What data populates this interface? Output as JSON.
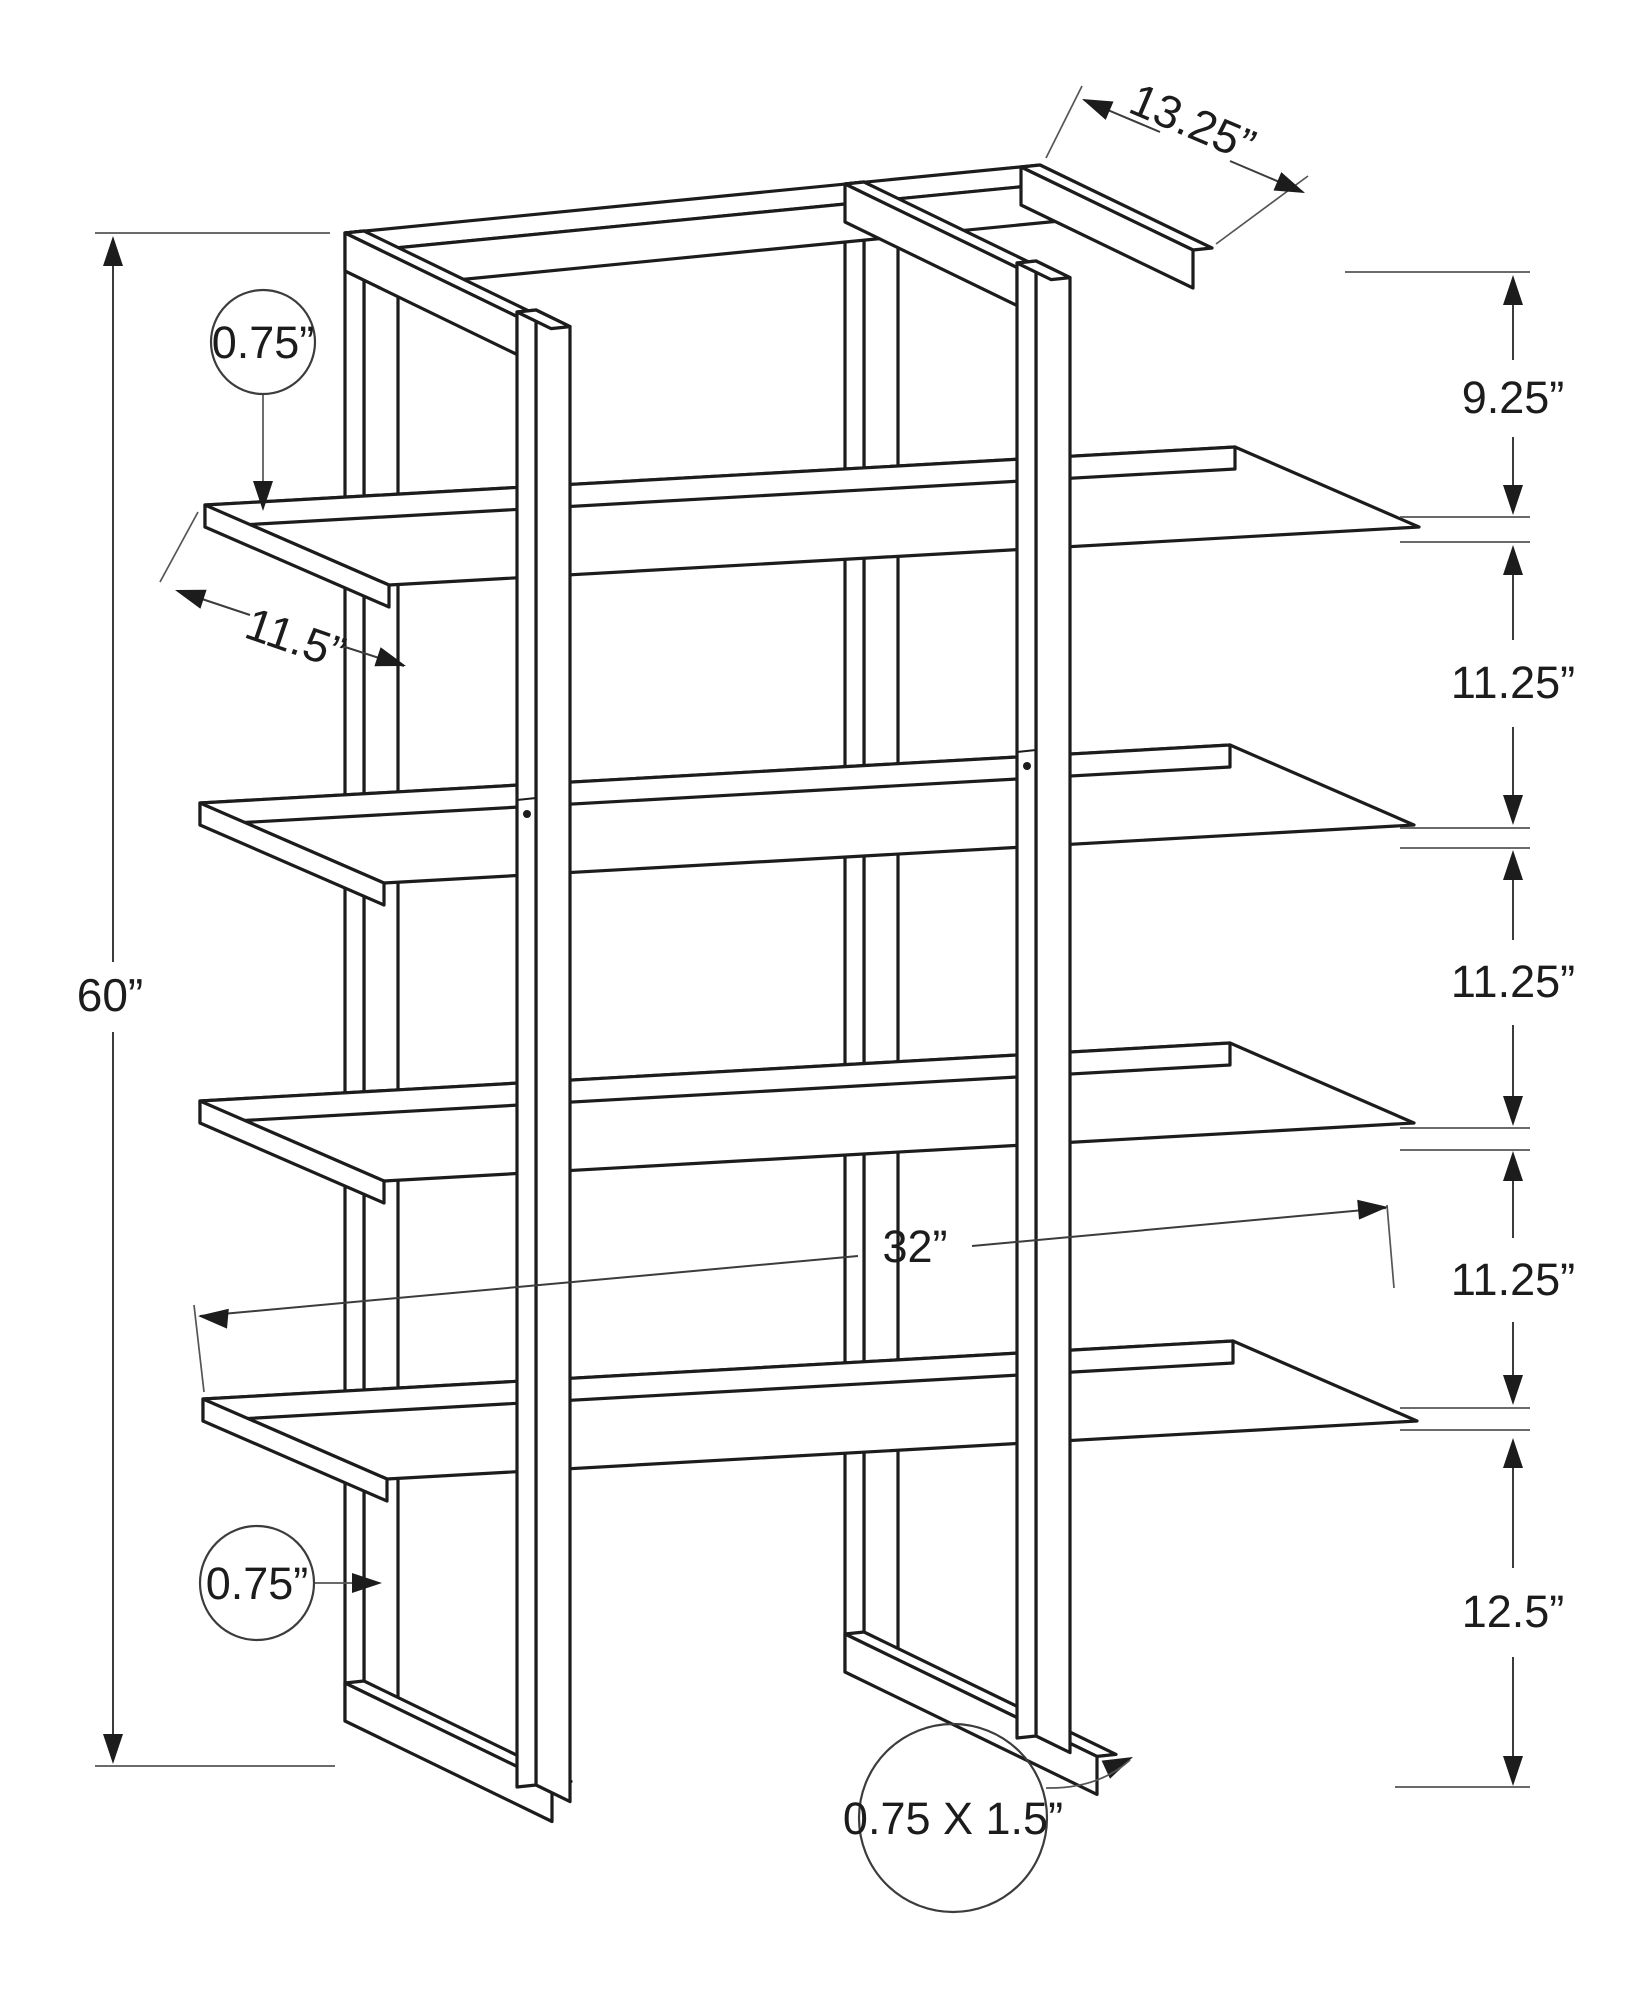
{
  "drawing": {
    "title": "4-shelf etagere bookcase isometric dimension diagram",
    "labels": {
      "depth_top": "13.25”",
      "shelf_thickness": "0.75”",
      "shelf_depth": "11.5”",
      "overall_height": "60”",
      "gap_top": "9.25”",
      "gap_2": "11.25”",
      "gap_3": "11.25”",
      "gap_4": "11.25”",
      "gap_bottom": "12.5”",
      "shelf_span": "32”",
      "post_width": "0.75”",
      "rail_section": "0.75 X 1.5”"
    },
    "colors": {
      "line": "#1c1c1c",
      "dimension": "#3c3c3c",
      "background": "#ffffff"
    }
  }
}
